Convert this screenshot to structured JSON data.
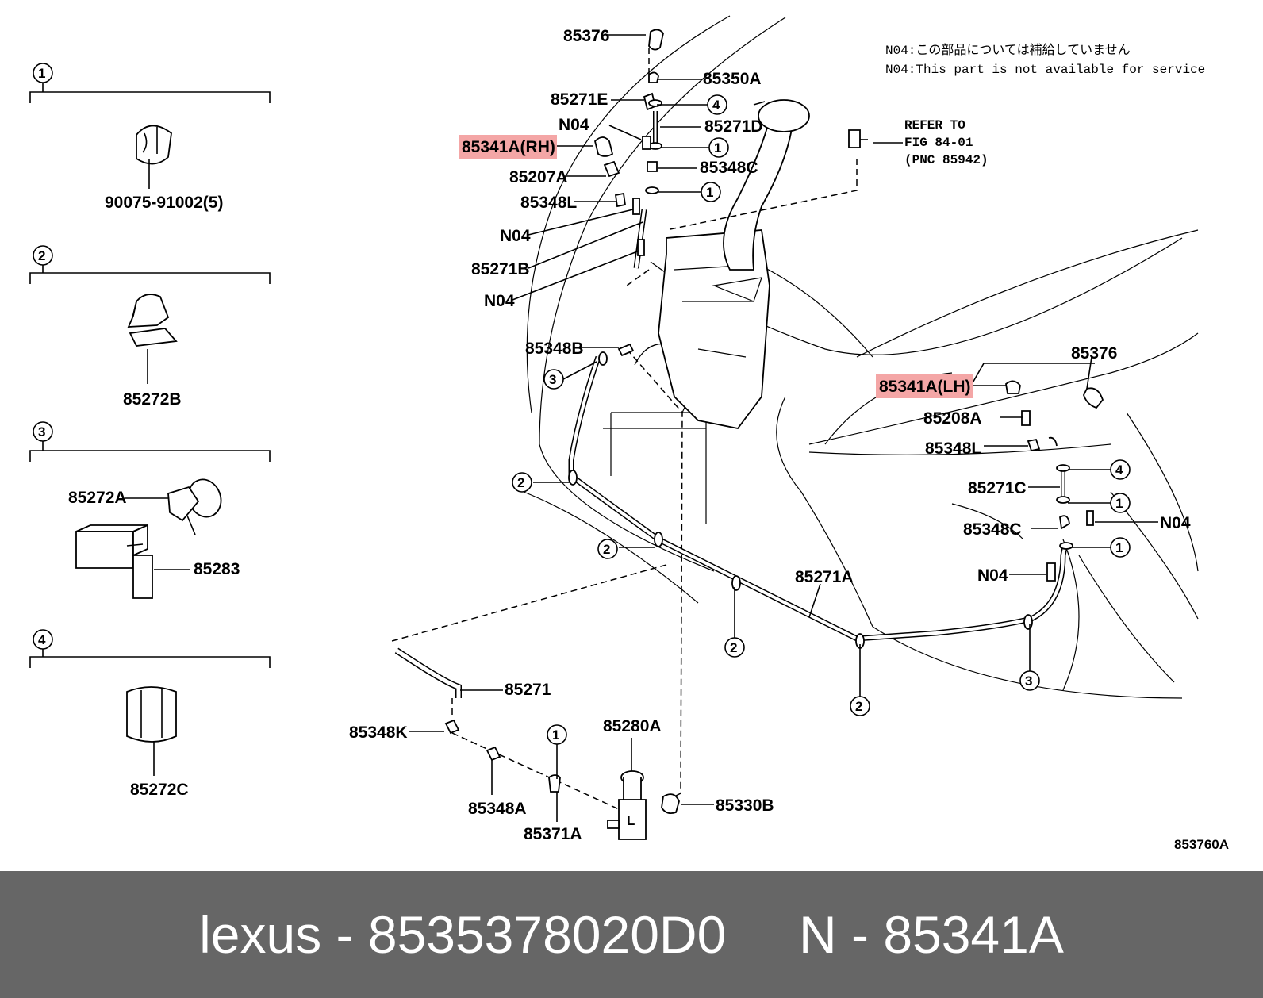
{
  "notes": {
    "jp": "N04:この部品については補給していません",
    "en": "N04:This part is not available for service",
    "refer_line1": "REFER TO",
    "refer_line2": "FIG 84-01",
    "refer_line3": "(PNC 85942)"
  },
  "figure_id": "853760A",
  "legend": {
    "c1": {
      "num": "1",
      "part": "90075-91002(5)"
    },
    "c2": {
      "num": "2",
      "part": "85272B"
    },
    "c3": {
      "num": "3",
      "parts": [
        "85272A",
        "85283"
      ]
    },
    "c4": {
      "num": "4",
      "part": "85272C"
    }
  },
  "labels": {
    "p85376_top": "85376",
    "p85350A": "85350A",
    "p85271E": "85271E",
    "n04_a": "N04",
    "p85271D": "85271D",
    "p85341A_RH": "85341A(RH)",
    "p85207A": "85207A",
    "p85348C_top": "85348C",
    "p85348L_top": "85348L",
    "n04_b": "N04",
    "p85271B": "85271B",
    "n04_c": "N04",
    "p85348B": "85348B",
    "p85376_right": "85376",
    "p85341A_LH": "85341A(LH)",
    "p85208A": "85208A",
    "p85348L_right": "85348L",
    "p85271C": "85271C",
    "p85348C_right": "85348C",
    "n04_d": "N04",
    "n04_e": "N04",
    "p85271A": "85271A",
    "p85271": "85271",
    "p85348K": "85348K",
    "p85348A": "85348A",
    "p85371A": "85371A",
    "p85280A": "85280A",
    "p85330B": "85330B"
  },
  "callouts": {
    "c4_top": "4",
    "c1_a": "1",
    "c1_b": "1",
    "c3_left": "3",
    "c2_a": "2",
    "c2_b": "2",
    "c2_c": "2",
    "c2_d": "2",
    "c3_right": "3",
    "c4_right": "4",
    "c1_c": "1",
    "c1_d": "1",
    "c1_bottom": "1"
  },
  "highlight_color": "#f4a6a6",
  "footer": {
    "brand": "lexus",
    "sep1": " - ",
    "code": "8535378020D0",
    "gap": "     ",
    "n_label": "N",
    "sep2": " - ",
    "part": "85341A"
  }
}
